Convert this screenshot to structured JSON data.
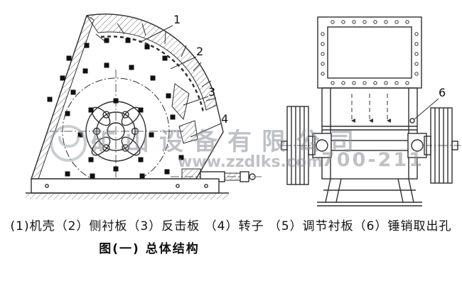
{
  "figure": {
    "caption_parts": "(1)机壳（2）侧衬板（3）反击板 （4）转子 （5）调节衬板（6）锤销取出孔",
    "caption_title": "图(一)  总体结构"
  },
  "labels": {
    "n1": "1",
    "n2": "2",
    "n3": "3",
    "n4": "4",
    "n6": "6"
  },
  "watermark": {
    "company": "矿山设备有限公司",
    "site": "www.zzdlks.com",
    "phone": "700-211"
  },
  "colors": {
    "line": "#2f2f2f",
    "background": "#ffffff",
    "watermark": "#8a9096"
  }
}
